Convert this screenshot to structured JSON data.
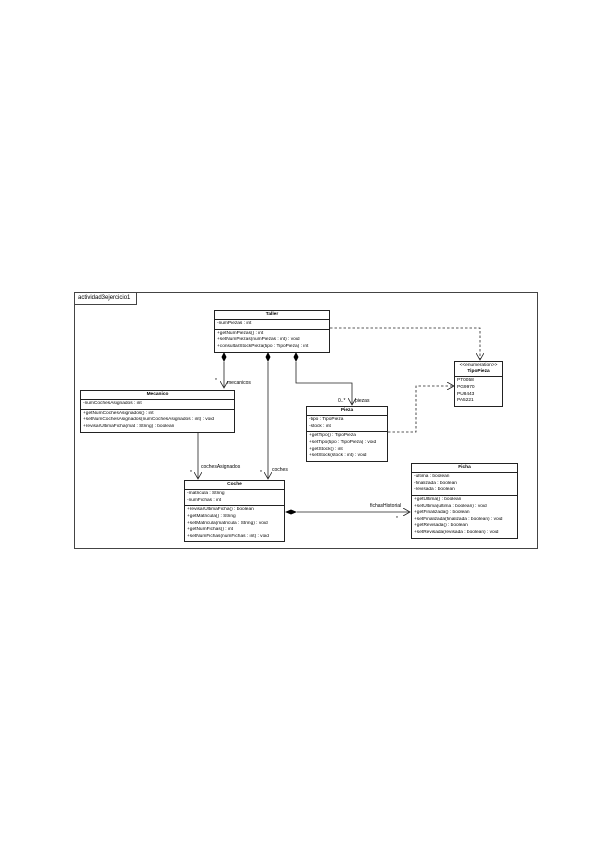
{
  "frame": {
    "title": "actividad3ejercicio1"
  },
  "classes": {
    "taller": {
      "name": "Taller",
      "attributes": [
        "-numPiezas : int"
      ],
      "operations": [
        "+getNumPiezas() : int",
        "+setNumPiezas(numPiezas : int) : void",
        "+consultarStockPieza(tipo : TipoPieza) : int"
      ]
    },
    "mecanico": {
      "name": "Mecanico",
      "attributes": [
        "-numCochesAsignados : int"
      ],
      "operations": [
        "+getNumCochesAsignados() : int",
        "+setNumCochesAsignados(numCochesAsignados : int) : void",
        "+revisarUltimaFicha(mat : String) : boolean"
      ]
    },
    "pieza": {
      "name": "Pieza",
      "attributes": [
        "-tipo : TipoPieza",
        "-stock : int"
      ],
      "operations": [
        "+getTipo() : TipoPieza",
        "+setTipo(tipo : TipoPieza) : void",
        "+getStock() : int",
        "+setStock(stock : int) : void"
      ]
    },
    "tipopieza": {
      "stereotype": "<<enumeration>>",
      "name": "TipoPieza",
      "literals": [
        "PT0058",
        "PG9970",
        "PU8443",
        "PA5221"
      ]
    },
    "coche": {
      "name": "Coche",
      "attributes": [
        "-matricula : String",
        "-numFichas : int"
      ],
      "operations": [
        "+revisarUltimaFicha() : boolean",
        "+getMatricula() : String",
        "+setMatricula(matricula : String) : void",
        "+getNumFichas() : int",
        "+setNumFichas(numFichas : int) : void"
      ]
    },
    "ficha": {
      "name": "Ficha",
      "attributes": [
        "-ultima : boolean",
        "-finalizada : boolean",
        "-revisada : boolean"
      ],
      "operations": [
        "+getUltima() : boolean",
        "+setUltima(ultima : boolean) : void",
        "+getFinalizada() : boolean",
        "+setFinalizada(finalizada : boolean) : void",
        "+getRevisada() : boolean",
        "+setRevisada(revisada : boolean) : void"
      ]
    }
  },
  "associations": {
    "mecanicos": {
      "role": "mecanicos",
      "multiplicity": "*"
    },
    "coches": {
      "role": "coches",
      "multiplicity": "*"
    },
    "piezas": {
      "role": "piezas",
      "multiplicity": "0..*"
    },
    "cochesAsignados": {
      "role": "cochesAsignados",
      "multiplicity": "*"
    },
    "fichasHistorial": {
      "role": "fichasHistorial",
      "multiplicity": "*"
    }
  }
}
